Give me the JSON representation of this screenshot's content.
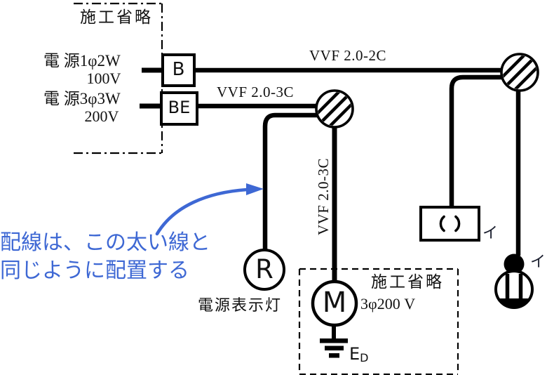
{
  "colors": {
    "accent_blue": "#3e68d4",
    "line_black": "#000000"
  },
  "top_panel": {
    "title": "施工省略"
  },
  "sources": [
    {
      "label": "電 源1φ2W",
      "voltage": "100V",
      "breaker": "B"
    },
    {
      "label": "電 源3φ3W",
      "voltage": "200V",
      "breaker": "BE"
    }
  ],
  "cables": {
    "branch_2c": "VVF 2.0-2C",
    "branch_3c": "VVF 2.0-3C",
    "drop_3c": "VVF 2.0-3C"
  },
  "note": {
    "line1": "配線は、この太い線と",
    "line2": "同じように配置する"
  },
  "pilot_lamp": {
    "symbol": "R",
    "caption": "電源表示灯"
  },
  "motor_panel": {
    "title": "施工省略",
    "motor_symbol": "M",
    "spec": "3φ200 V",
    "ground_main": "E",
    "ground_sub": "D"
  },
  "right_devices": {
    "ceiling_rose_tag": "イ",
    "switch_tag": "イ"
  }
}
